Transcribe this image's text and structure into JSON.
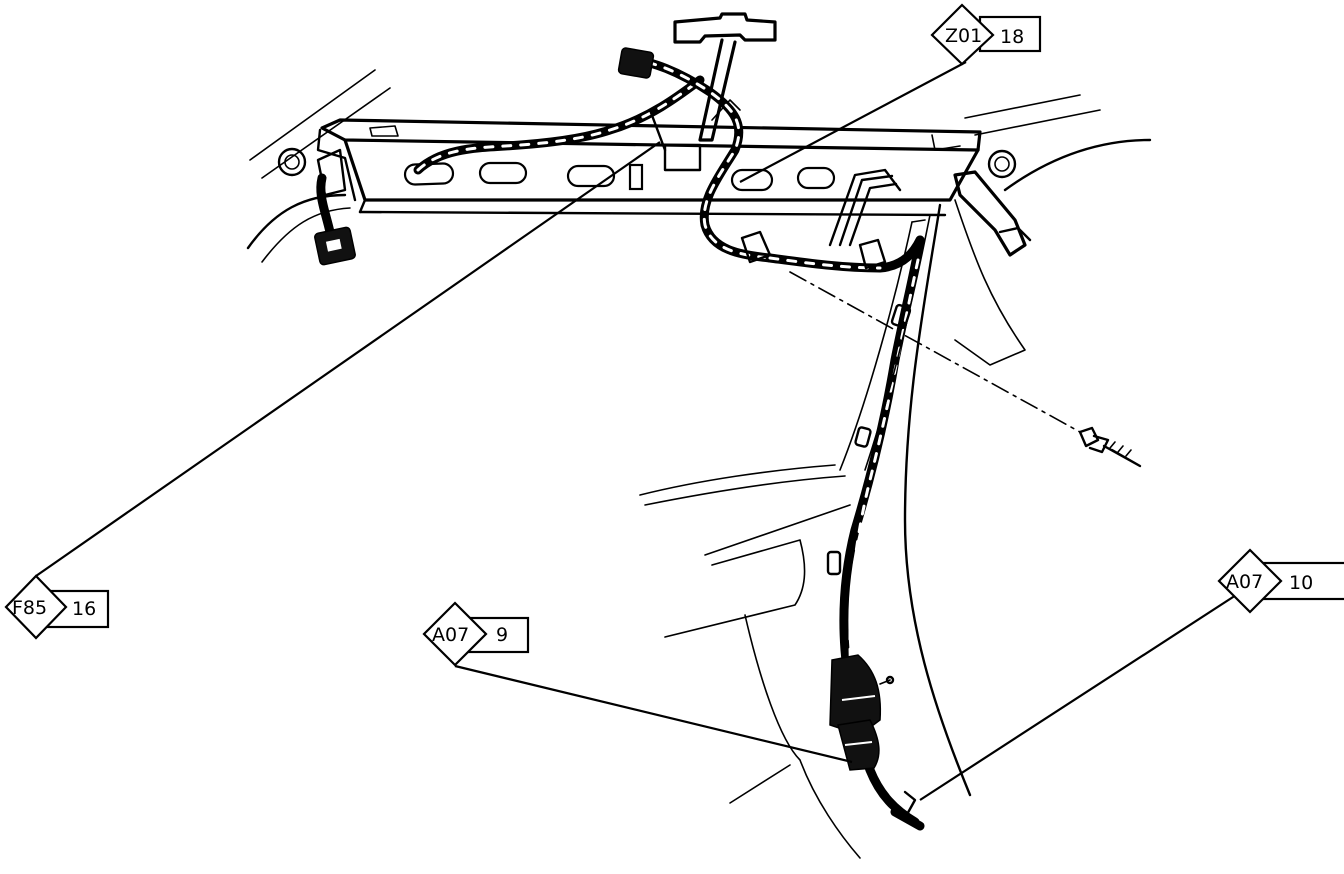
{
  "callouts": [
    {
      "code": "Z01",
      "number": "18"
    },
    {
      "code": "F85",
      "number": "16"
    },
    {
      "code": "A07",
      "number": "9"
    },
    {
      "code": "A07",
      "number": "10"
    }
  ]
}
